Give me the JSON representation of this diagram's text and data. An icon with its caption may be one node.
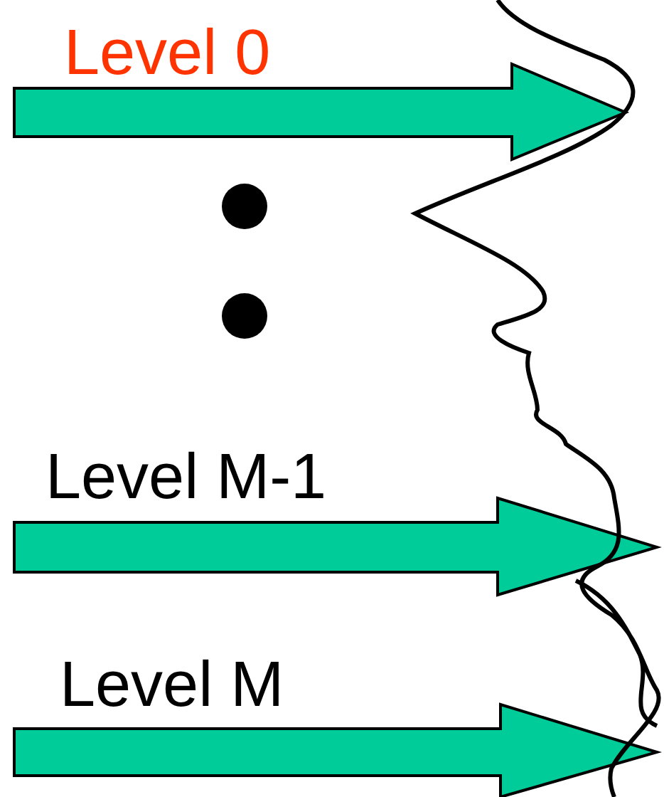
{
  "diagram": {
    "labels": [
      "Level 0",
      "Level M-1",
      "Level M"
    ]
  }
}
